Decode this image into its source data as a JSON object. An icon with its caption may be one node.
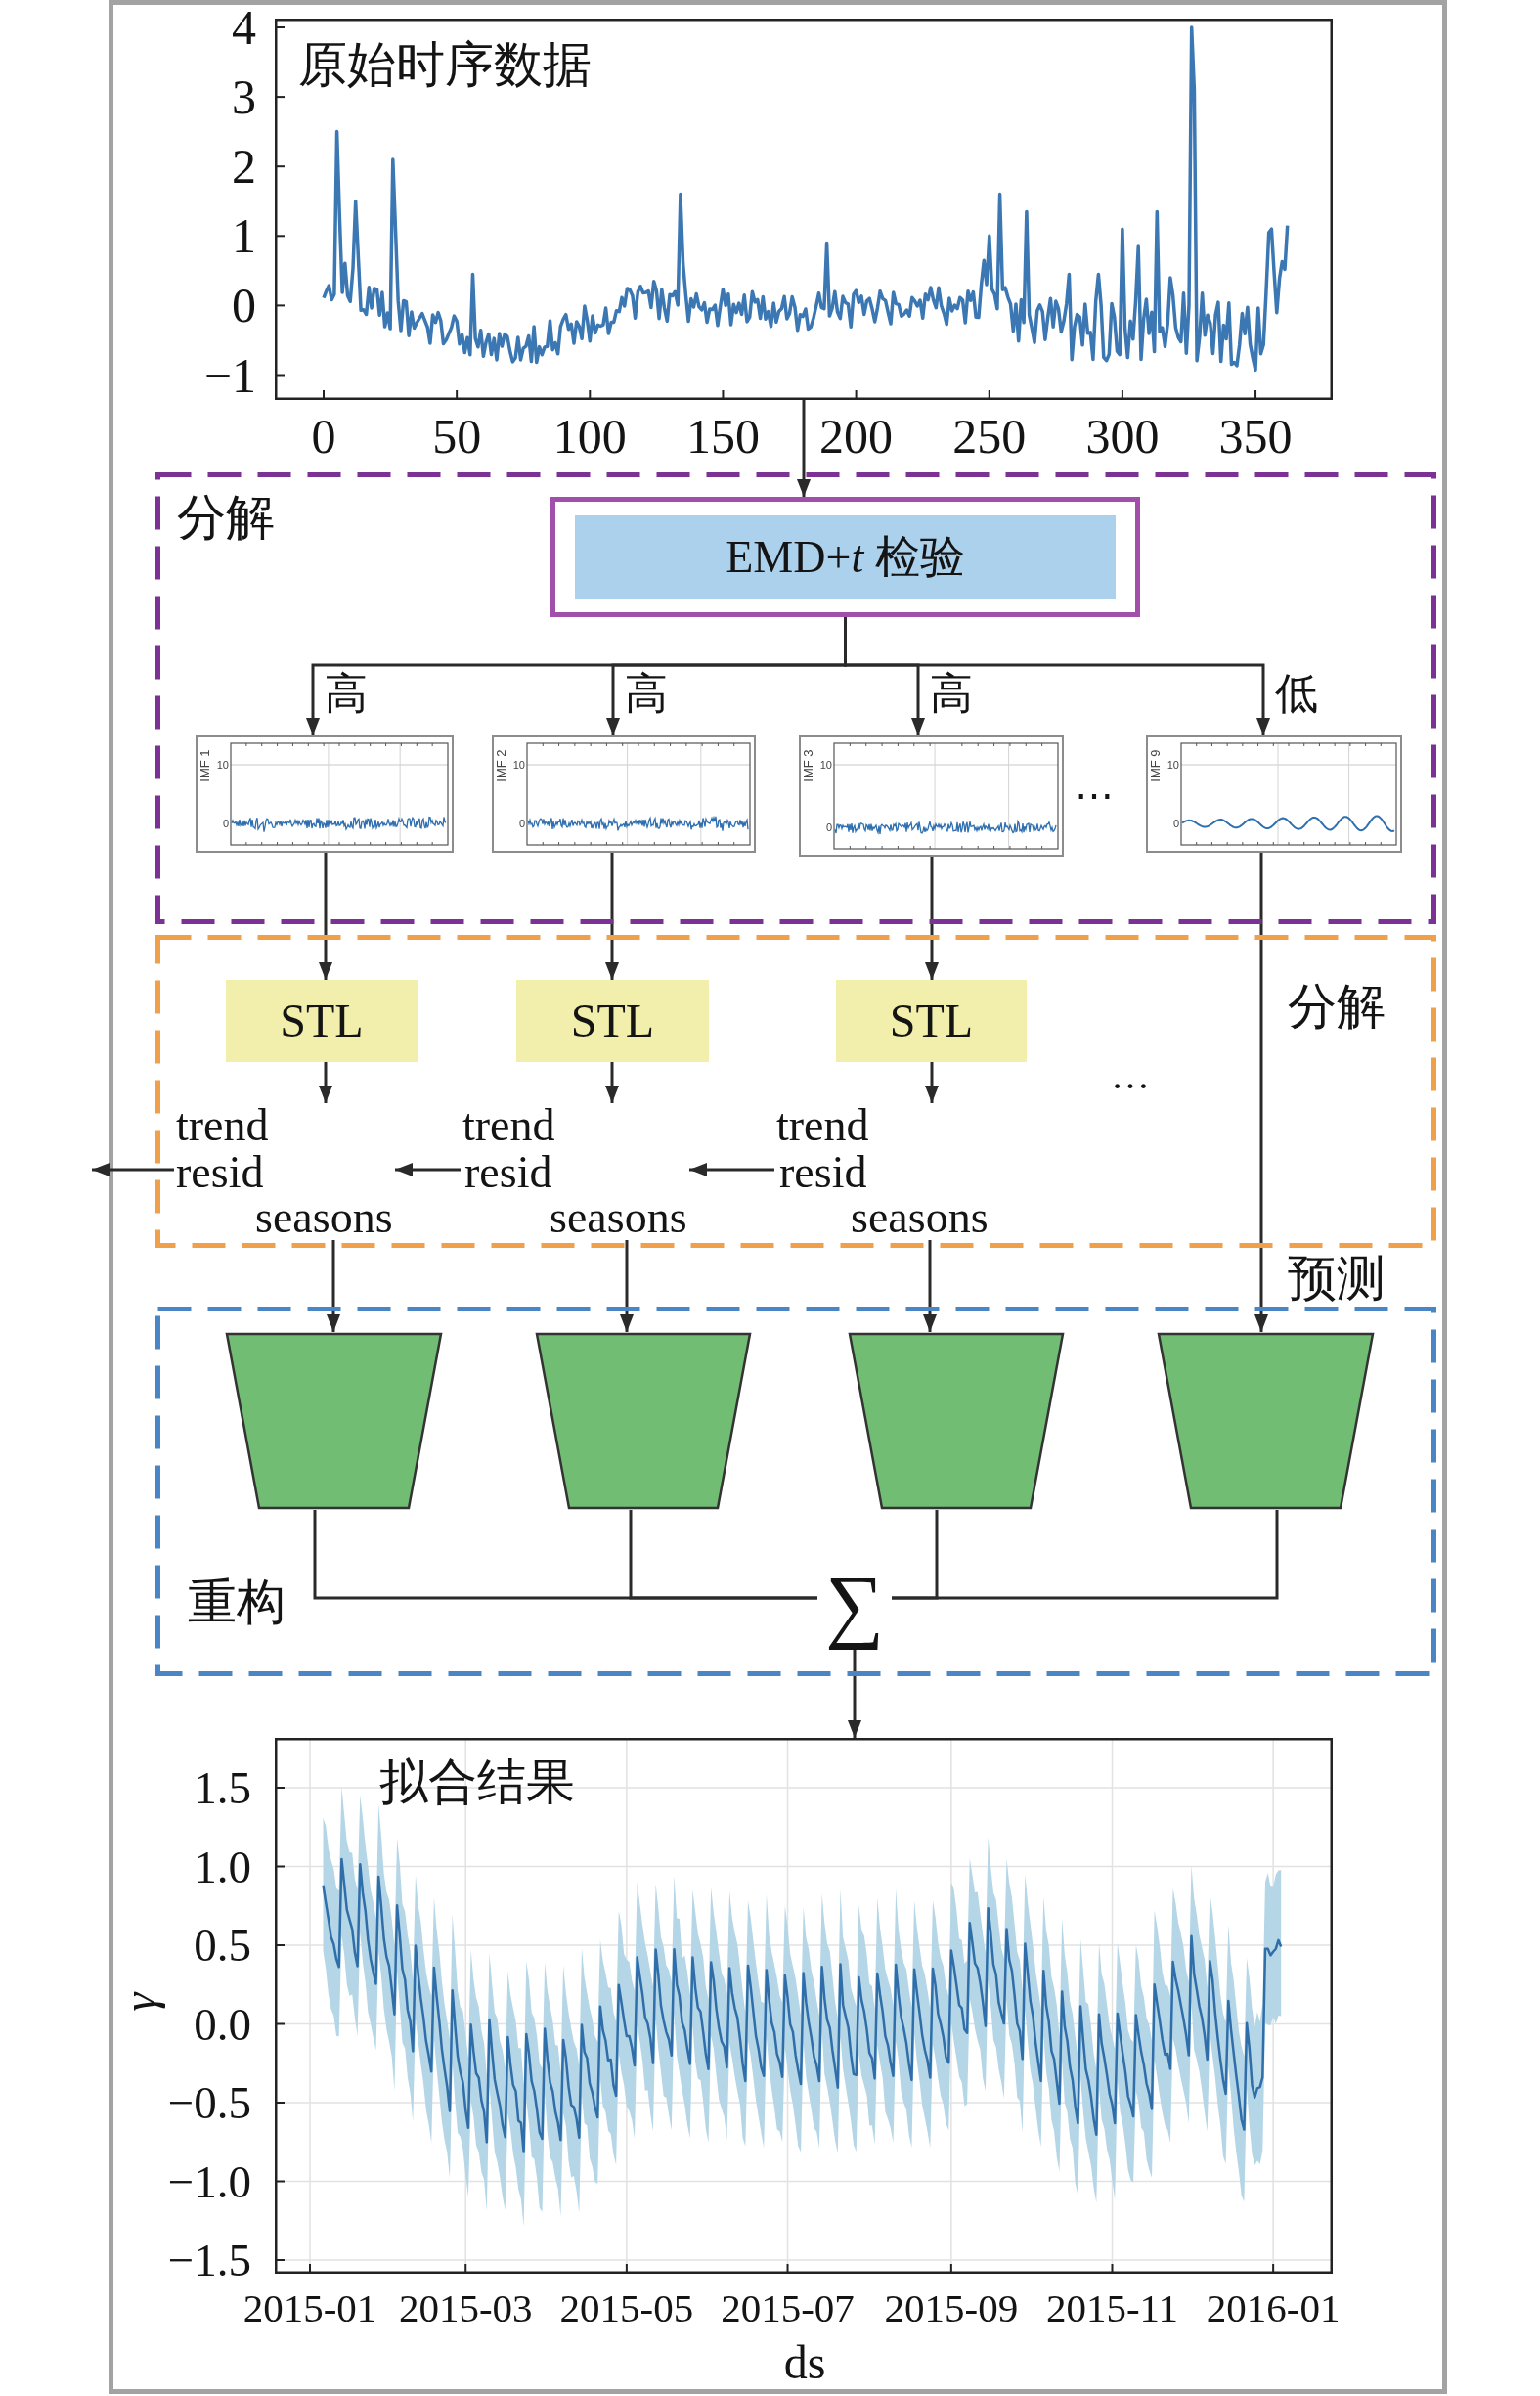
{
  "diagram": {
    "nodes": [
      {
        "text": [
          "原始时序数据"
        ],
        "beside": [
          "4",
          "3",
          "2",
          "1",
          "0",
          "−1",
          "0",
          "50",
          "100",
          "150",
          "200",
          "250",
          "300",
          "350"
        ]
      },
      {
        "text": [
          "分解"
        ]
      },
      {
        "text": [
          "EMD+*t* 检验"
        ],
        "in": 1
      },
      {
        "text": [
          "IMF 1",
          "10",
          "0"
        ],
        "in": 1
      },
      {
        "text": [
          "IMF 2",
          "10",
          "0"
        ],
        "in": 1
      },
      {
        "text": [
          "IMF 3",
          "10",
          "0"
        ],
        "in": 1
      },
      {
        "text": [
          "IMF 9",
          "10",
          "0"
        ],
        "in": 1
      },
      {
        "text": [
          "分解"
        ]
      },
      {
        "text": [
          "STL"
        ],
        "in": 7
      },
      {
        "text": [
          "STL"
        ],
        "in": 7
      },
      {
        "text": [
          "STL"
        ],
        "in": 7
      },
      {
        "text": [
          "trend",
          "resid",
          "seasons"
        ],
        "in": 7
      },
      {
        "text": [
          "trend",
          "resid",
          "seasons"
        ],
        "in": 7
      },
      {
        "text": [
          "trend",
          "resid",
          "seasons"
        ],
        "in": 7
      },
      {
        "text": [
          "预测",
          "重构"
        ]
      },
      {
        "text": [],
        "shape": "trapezoid",
        "in": 14
      },
      {
        "text": [],
        "shape": "trapezoid",
        "in": 14
      },
      {
        "text": [],
        "shape": "trapezoid",
        "in": 14
      },
      {
        "text": [],
        "shape": "trapezoid",
        "in": 14
      },
      {
        "text": [
          "∑"
        ],
        "in": 14
      },
      {
        "text": [
          "拟合结果"
        ],
        "beside": [
          "1.5",
          "1.0",
          "0.5",
          "0.0",
          "−0.5",
          "−1.0",
          "−1.5",
          "γ",
          "2015-01",
          "2015-03",
          "2015-05",
          "2015-07",
          "2015-09",
          "2015-11",
          "2016-01",
          "ds"
        ]
      }
    ],
    "edges": [
      {
        "from": 0,
        "to": 2,
        "arrow": "to"
      },
      {
        "from": 2,
        "to": 3,
        "arrow": "to",
        "label": "高"
      },
      {
        "from": 2,
        "to": 4,
        "arrow": "to",
        "label": "高"
      },
      {
        "from": 2,
        "to": 5,
        "arrow": "to",
        "label": "高"
      },
      {
        "from": 2,
        "to": 6,
        "arrow": "to",
        "label": "低"
      },
      {
        "from": 3,
        "to": 8,
        "arrow": "to"
      },
      {
        "from": 4,
        "to": 9,
        "arrow": "to"
      },
      {
        "from": 5,
        "to": 10,
        "arrow": "to"
      },
      {
        "from": 6,
        "to": 18,
        "arrow": "to"
      },
      {
        "from": 8,
        "to": 11,
        "arrow": "to"
      },
      {
        "from": 9,
        "to": 12,
        "arrow": "to"
      },
      {
        "from": 10,
        "to": 13,
        "arrow": "to"
      },
      {
        "from": 12,
        "to": 11,
        "arrow": "to"
      },
      {
        "from": 13,
        "to": 12,
        "arrow": "to"
      },
      {
        "from": 11,
        "to": null,
        "arrow": "to"
      },
      {
        "from": 11,
        "to": 15,
        "arrow": "to"
      },
      {
        "from": 12,
        "to": 16,
        "arrow": "to"
      },
      {
        "from": 13,
        "to": 17,
        "arrow": "to"
      },
      {
        "from": 15,
        "to": 19,
        "arrow": "none"
      },
      {
        "from": 16,
        "to": 19,
        "arrow": "none"
      },
      {
        "from": 17,
        "to": 19,
        "arrow": "none"
      },
      {
        "from": 18,
        "to": 19,
        "arrow": "none"
      },
      {
        "from": 19,
        "to": 20,
        "arrow": "to"
      }
    ],
    "labels": [
      "⋯",
      "…"
    ]
  }
}
